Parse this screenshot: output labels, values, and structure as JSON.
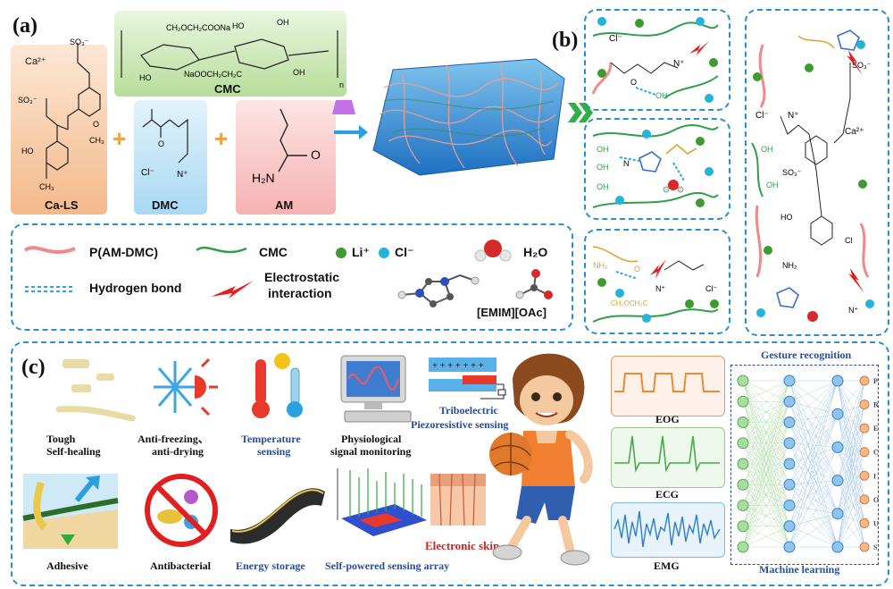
{
  "panel_labels": {
    "a": "(a)",
    "b": "(b)",
    "c": "(c)"
  },
  "part_a": {
    "ca_ls": {
      "name": "Ca-LS",
      "ion": "Ca²⁺",
      "groups": [
        "SO₃⁻",
        "O",
        "CH₃",
        "HO"
      ]
    },
    "cmc": {
      "name": "CMC",
      "groups": [
        "CH₂OCH₂COONa",
        "OH",
        "HO",
        "NaOOCH₂CH₂C",
        "n"
      ]
    },
    "dmc": {
      "name": "DMC",
      "ion": "Cl⁻",
      "group": "N⁺"
    },
    "am": {
      "name": "AM",
      "group": "H₂N",
      "o": "O"
    },
    "plus": "+"
  },
  "legend": {
    "p_am_dmc": "P(AM-DMC)",
    "cmc": "CMC",
    "li": "Li⁺",
    "cl": "Cl⁻",
    "h2o": "H₂O",
    "hbond": "Hydrogen bond",
    "electrostatic_1": "Electrostatic",
    "electrostatic_2": "interaction",
    "emim": "[EMIM][OAc]"
  },
  "part_b": {
    "labels": [
      "Cl⁻",
      "N⁺",
      "O",
      "OH",
      "Ca²⁺",
      "HO",
      "NH₂",
      "Cl",
      "SO₃⁻"
    ]
  },
  "part_c": {
    "tough": [
      "Tough",
      "Self-healing"
    ],
    "antifreezing": [
      "Anti-freezing、",
      "anti-drying"
    ],
    "temperature": [
      "Temperature",
      "sensing"
    ],
    "physiological": [
      "Physiological",
      "signal monitoring"
    ],
    "triboelectric": "Triboelectric",
    "piezoresistive": "Piezoresistive sensing",
    "adhesive": "Adhesive",
    "antibacterial": "Antibacterial",
    "energy": "Energy storage",
    "array": "Self-powered sensing array",
    "eskin": "Electronic skin",
    "eog": "EOG",
    "ecg": "ECG",
    "emg": "EMG",
    "gesture": "Gesture recognition",
    "ml": "Machine learning",
    "letters": [
      "P",
      "R",
      "E",
      "C",
      "I",
      "O",
      "U",
      "S"
    ]
  },
  "colors": {
    "dashed_border": "#2b8fc9",
    "ca_ls_bg": "#f4b98a",
    "cmc_bg": "#b7dd9a",
    "dmc_bg": "#a9d8f2",
    "am_bg": "#f7b2b2",
    "p_am_dmc_line": "#f08a8a",
    "cmc_line": "#2e9e4a",
    "li_dot": "#3c9a2f",
    "cl_dot": "#23b4d8",
    "electronic_skin": "#d62020",
    "blue_text": "#2a4d9a"
  }
}
